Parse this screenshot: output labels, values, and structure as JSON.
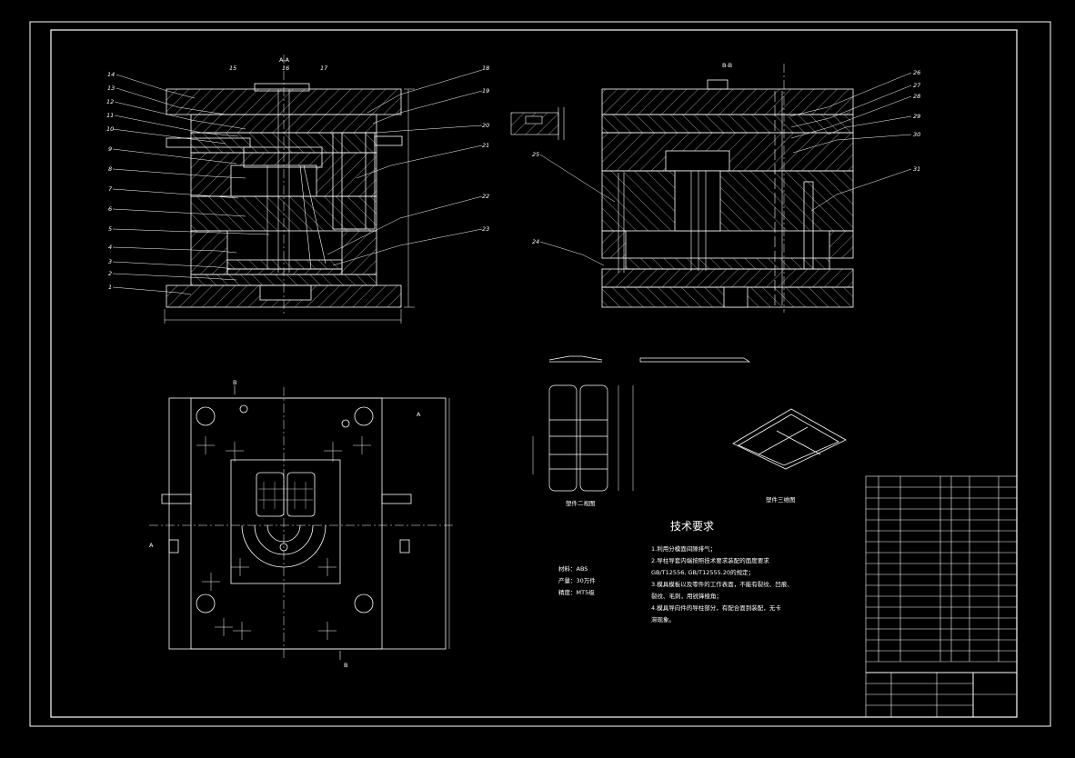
{
  "colors": {
    "background": "#000000",
    "line": "#ffffff",
    "leader": "#ffffff",
    "center": "#ffffff",
    "text": "#ffffff"
  },
  "views": {
    "front": {
      "section_label": "A-A",
      "part_numbers": [
        "14",
        "13",
        "12",
        "11",
        "10",
        "9",
        "8",
        "7",
        "6",
        "5",
        "4",
        "3",
        "2",
        "1",
        "15",
        "16",
        "17",
        "18",
        "19",
        "20",
        "21",
        "22",
        "23"
      ]
    },
    "side": {
      "section_label": "B-B",
      "part_numbers": [
        "25",
        "24",
        "26",
        "27",
        "28",
        "29",
        "30",
        "31"
      ]
    },
    "plan": {
      "markers": [
        "B",
        "A",
        "A",
        "B"
      ]
    }
  },
  "part_views": {
    "view2_caption": "塑件二视图",
    "view3_caption": "塑件三维图"
  },
  "material": {
    "material": "材料：ABS",
    "output": "产量：30万件",
    "precision": "精度：MT5级"
  },
  "tech_req": {
    "title": "技术要求",
    "items": [
      "1.利用分模面间隙排气；",
      "2.导柱导套内端按照技术要求装配的面度要求",
      "GB/T12556, GB/T12555.20的规定；",
      "3.模具模板以及零件的工作表面，不能有裂纹、凹痕、",
      "裂纹、毛刺，用锐锋棱角；",
      "4.模具导向件的导柱部分，有配合面到装配，无卡",
      "滞现象。"
    ]
  }
}
